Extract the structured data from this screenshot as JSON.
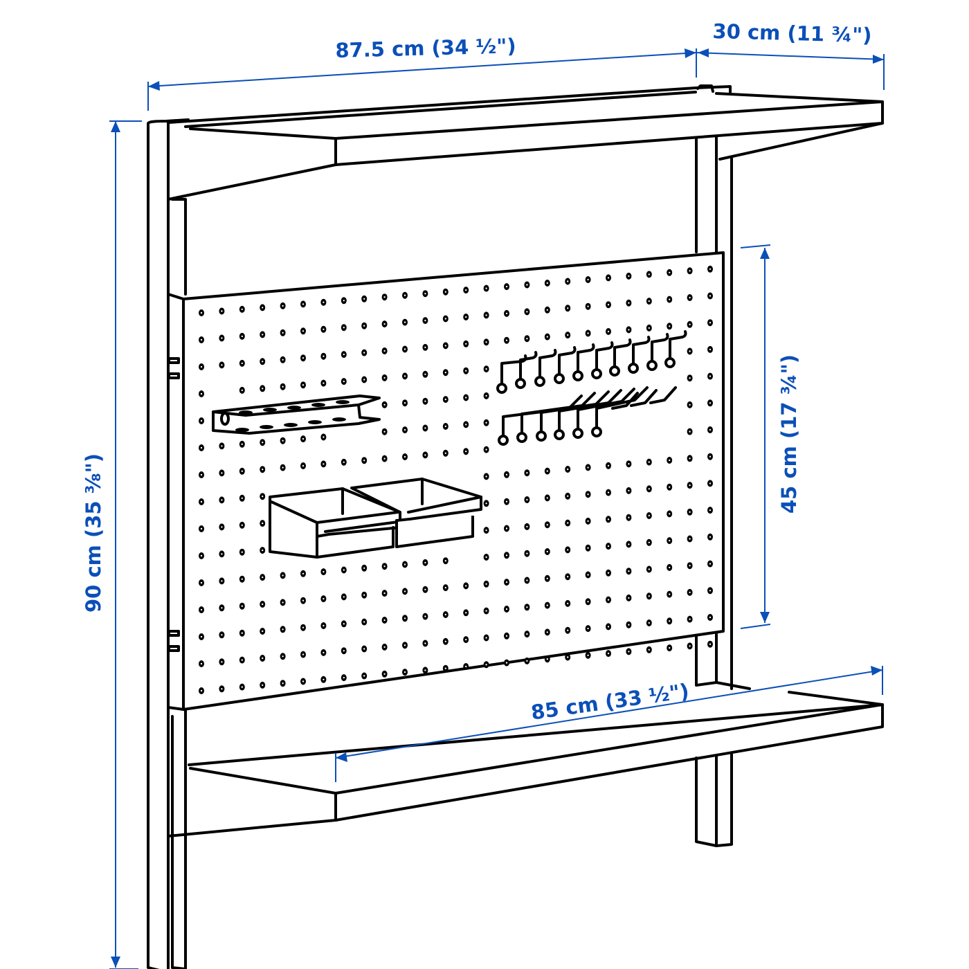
{
  "diagram": {
    "type": "product dimension drawing",
    "subject": "wall shelving unit with pegboard, tool holder, bins and hooks",
    "accent_color": "#0b4fb8",
    "line_color": "#000000",
    "background": "#ffffff"
  },
  "dimensions": {
    "overall_width": {
      "label": "87.5 cm (34 ½\")"
    },
    "depth": {
      "label": "30 cm (11 ¾\")"
    },
    "overall_height": {
      "label": "90 cm (35 ⅜\")"
    },
    "pegboard_height": {
      "label": "45 cm (17 ¾\")"
    },
    "shelf_width": {
      "label": "85 cm (33 ½\")"
    }
  },
  "components": [
    {
      "name": "top-shelf"
    },
    {
      "name": "bottom-shelf"
    },
    {
      "name": "left-upright"
    },
    {
      "name": "right-upright"
    },
    {
      "name": "pegboard"
    },
    {
      "name": "tool-holder-rail"
    },
    {
      "name": "storage-bin-left"
    },
    {
      "name": "storage-bin-right"
    },
    {
      "name": "hooks-row-upper",
      "count": 10
    },
    {
      "name": "hooks-row-lower",
      "count": 8
    }
  ]
}
